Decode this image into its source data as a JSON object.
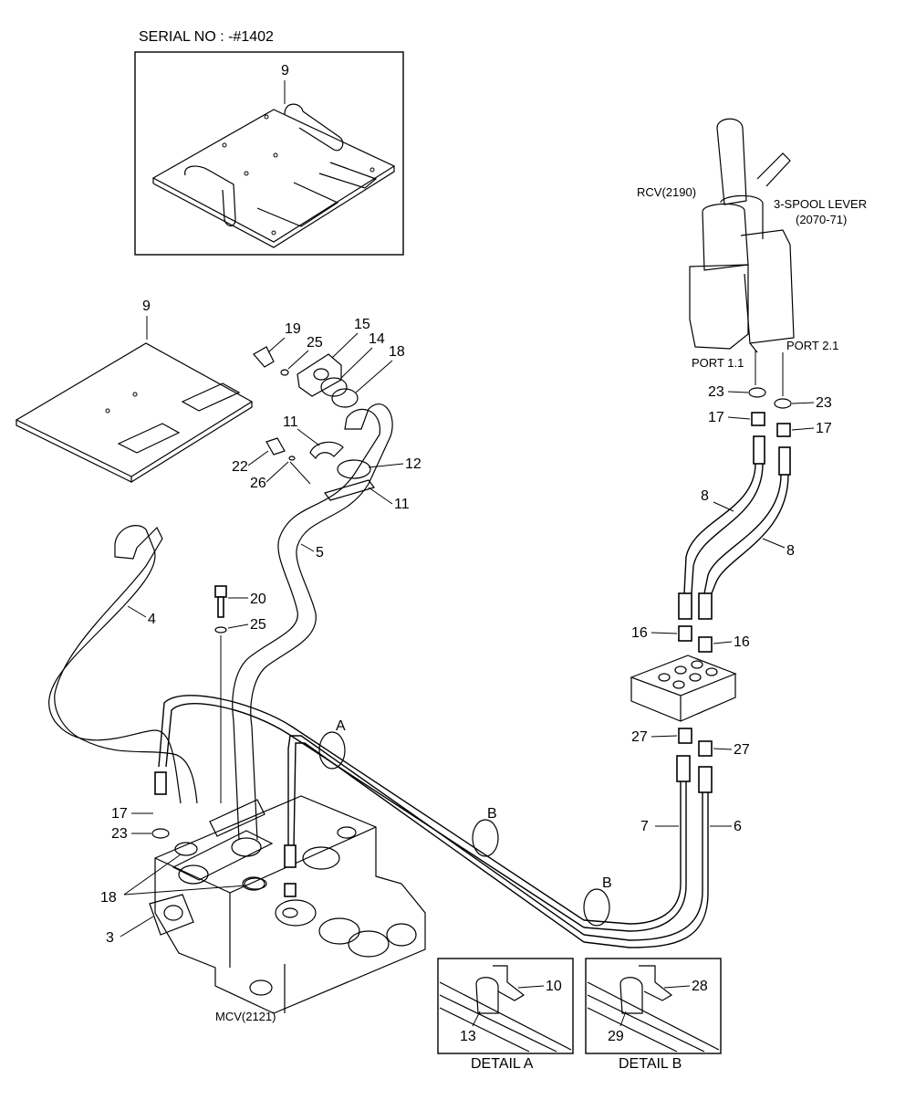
{
  "serial_header": "SERIAL NO : -#1402",
  "components": {
    "rcv": "RCV(2190)",
    "lever_line1": "3-SPOOL LEVER",
    "lever_line2": "(2070-71)",
    "port_1": "PORT 1.1",
    "port_2": "PORT 2.1",
    "mcv": "MCV(2121)"
  },
  "details": {
    "detail_a": "DETAIL A",
    "detail_b": "DETAIL B"
  },
  "section_markers": [
    "A",
    "B",
    "B"
  ],
  "callouts": {
    "c9_top": "9",
    "c9": "9",
    "c19": "19",
    "c25_top": "25",
    "c15": "15",
    "c14": "14",
    "c18_top": "18",
    "c11_a": "11",
    "c22": "22",
    "c26": "26",
    "c12": "12",
    "c11_b": "11",
    "c5": "5",
    "c4": "4",
    "c20": "20",
    "c25": "25",
    "c23_right_l": "23",
    "c23_right_r": "23",
    "c17_right_l": "17",
    "c17_right_r": "17",
    "c8_a": "8",
    "c8_b": "8",
    "c16_l": "16",
    "c16_r": "16",
    "c27_l": "27",
    "c27_r": "27",
    "c7": "7",
    "c6": "6",
    "c17_left": "17",
    "c23_left": "23",
    "c18_left": "18",
    "c3": "3",
    "c10": "10",
    "c13": "13",
    "c28": "28",
    "c29": "29"
  }
}
